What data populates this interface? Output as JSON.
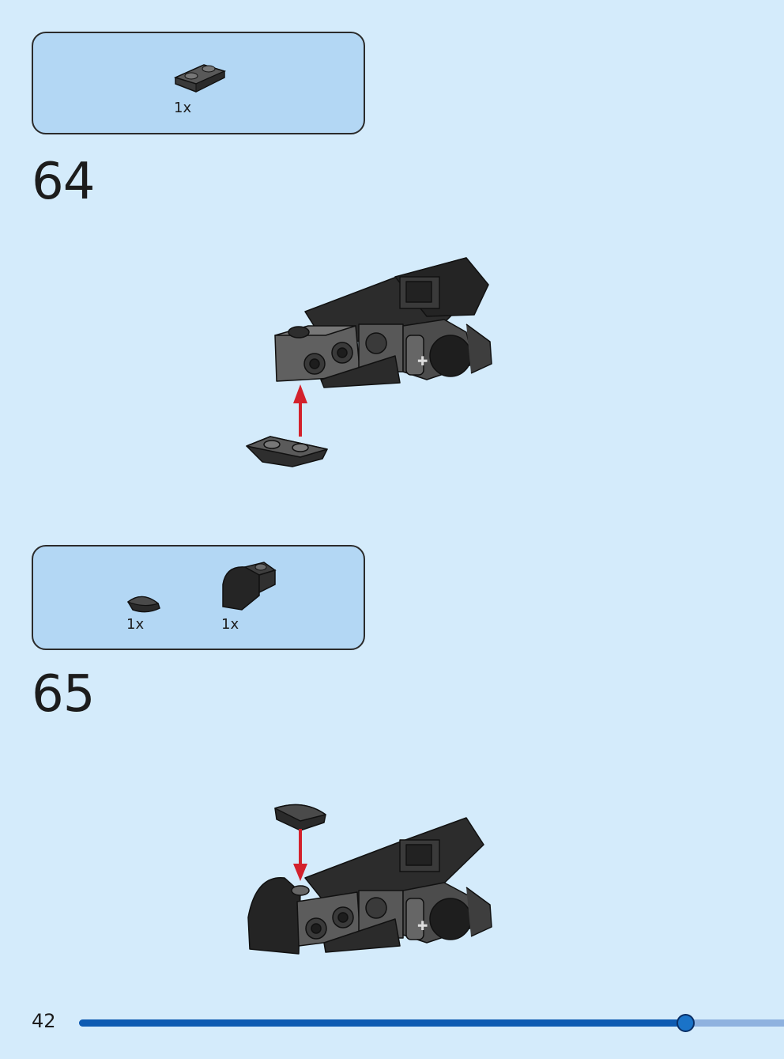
{
  "steps": [
    {
      "number": "64",
      "parts": [
        {
          "name": "inverted-curved-slope-plate",
          "qty": "1x",
          "color": "#3a3a3a"
        }
      ]
    },
    {
      "number": "65",
      "parts": [
        {
          "name": "quarter-round-tile",
          "qty": "1x",
          "color": "#2a2a2a"
        },
        {
          "name": "curved-slope-brick",
          "qty": "1x",
          "color": "#2a2a2a"
        }
      ]
    }
  ],
  "footer": {
    "page_number": "42",
    "progress": 0.86
  },
  "colors": {
    "background": "#d4ebfb",
    "parts_box": "#b3d7f4",
    "arrow": "#d3212c",
    "progress": "#0e5bb2"
  }
}
